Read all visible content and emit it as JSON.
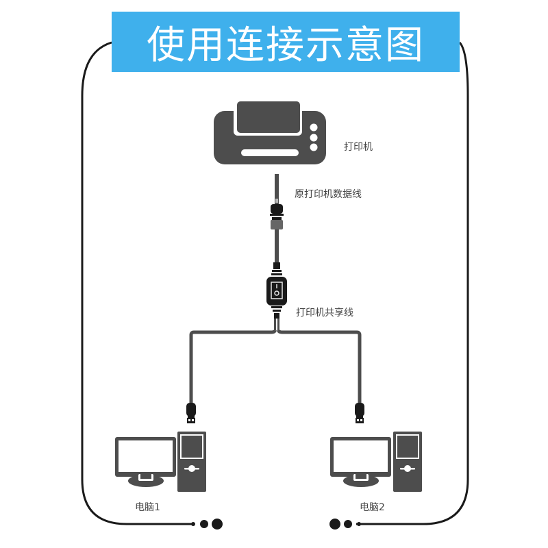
{
  "title": "使用连接示意图",
  "labels": {
    "printer": "打印机",
    "printer_cable": "原打印机数据线",
    "share_cable": "打印机共享线",
    "computer1": "电脑1",
    "computer2": "电脑2"
  },
  "icons": {
    "printer": "printer-icon",
    "computer": "desktop-computer-icon",
    "usb": "usb-plug-icon",
    "switch": "rocker-switch-icon"
  },
  "colors": {
    "title_bg": "#3fb0ec",
    "title_text": "#ffffff",
    "device": "#4d4d4d",
    "frame": "#1a1a1a",
    "label_text": "#444444"
  }
}
